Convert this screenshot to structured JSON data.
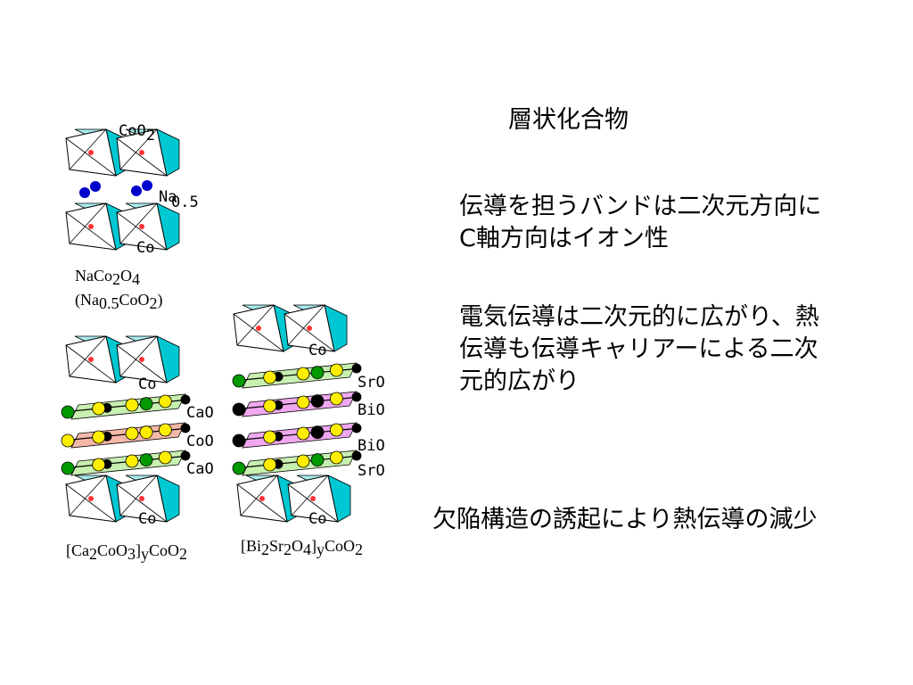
{
  "slide": {
    "title": "層状化合物",
    "paragraph1": [
      "伝導を担うバンドは二次元方向に",
      "C軸方向はイオン性"
    ],
    "paragraph2": [
      "電気伝導は二次元的に広がり、熱",
      "伝導も伝導キャリアーによる二次",
      "元的広がり"
    ],
    "conclusion": "欠陥構造の誘起により熱伝導の減少"
  },
  "diagram": {
    "structure1": {
      "top_label": "CoO",
      "top_label_sub": "2",
      "na_label": "Na",
      "na_amount": "0.5",
      "co_label": "Co",
      "formula": {
        "base": [
          "Na",
          "Co",
          "O"
        ],
        "subs": [
          "",
          "2",
          "4"
        ]
      },
      "formula_alt": {
        "parts": [
          "(Na",
          "CoO",
          ")"
        ],
        "subs": [
          "0.5",
          "2"
        ]
      }
    },
    "structure2": {
      "co_top": "Co",
      "layers": [
        "CaO",
        "CoO",
        "CaO"
      ],
      "co_bottom": "Co",
      "formula": {
        "parts": [
          "[Ca",
          "CoO",
          "]",
          "CoO"
        ],
        "subs": [
          "2",
          "3",
          "y",
          "2"
        ]
      }
    },
    "structure3": {
      "co_top": "Co",
      "layers": [
        "SrO",
        "BiO",
        "BiO",
        "SrO"
      ],
      "co_bottom": "Co",
      "formula": {
        "parts": [
          "[Bi",
          "Sr",
          "O",
          "]",
          "CoO"
        ],
        "subs": [
          "2",
          "2",
          "4",
          "y",
          "2"
        ]
      }
    },
    "colors": {
      "octahedron_face": "#ffffff",
      "octahedron_side": "#00c8d2",
      "octahedron_top": "#a8ecf0",
      "cobalt_dot": "#ff3333",
      "sodium_atom": "#0000cc",
      "yellow_atom": "#ffee00",
      "green_atom": "#009900",
      "green_plane": "#c8f0b0",
      "red_plane": "#f4b8a8",
      "pink_plane": "#f0a8f0",
      "black_atom": "#000000"
    }
  }
}
